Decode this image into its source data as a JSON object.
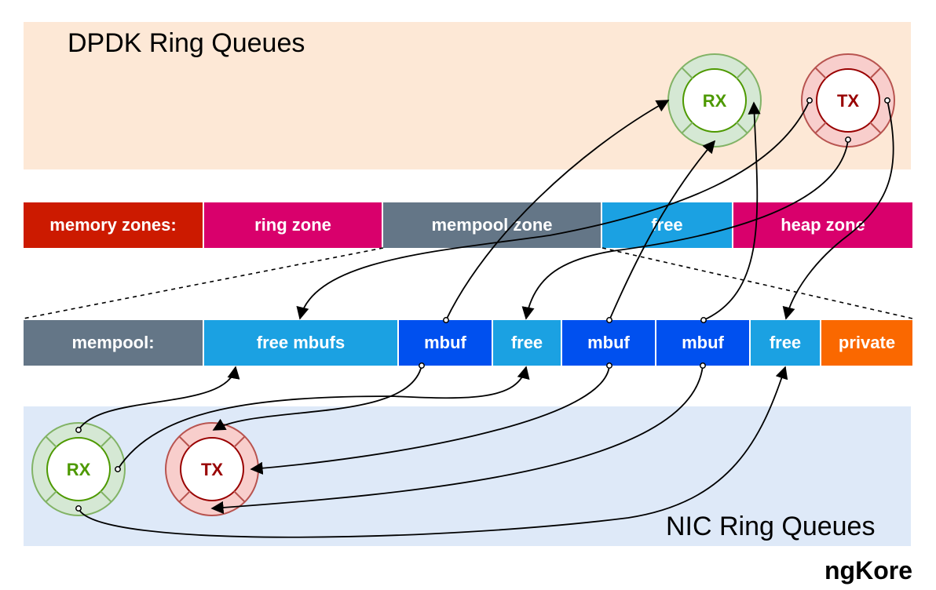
{
  "dpdk_panel": {
    "title": "DPDK Ring Queues"
  },
  "nic_panel": {
    "title": "NIC Ring Queues"
  },
  "memory_zones": {
    "label": "memory zones:",
    "items": [
      "ring zone",
      "mempool zone",
      "free",
      "heap zone"
    ]
  },
  "mempool": {
    "label": "mempool:",
    "items": [
      "free mbufs",
      "mbuf",
      "free",
      "mbuf",
      "mbuf",
      "free",
      "private"
    ]
  },
  "rings": {
    "dpdk_rx": "RX",
    "dpdk_tx": "TX",
    "nic_rx": "RX",
    "nic_tx": "TX"
  },
  "colors": {
    "dpdk_panel_bg": "#fde8d6",
    "nic_panel_bg": "#dee9f8",
    "memory_zones_label": "#cc1a00",
    "ring_zone": "#d9006c",
    "mempool_zone": "#647687",
    "free": "#1ba1e2",
    "heap_zone": "#d9006c",
    "mempool_label": "#647687",
    "mbuf": "#0050ef",
    "private": "#fa6800",
    "rx_fill": "#d5e8d4",
    "rx_stroke": "#82b366",
    "rx_text": "#4d9900",
    "tx_fill": "#f8cecc",
    "tx_stroke": "#b85450",
    "tx_text": "#990000"
  },
  "brand": "ngKore"
}
